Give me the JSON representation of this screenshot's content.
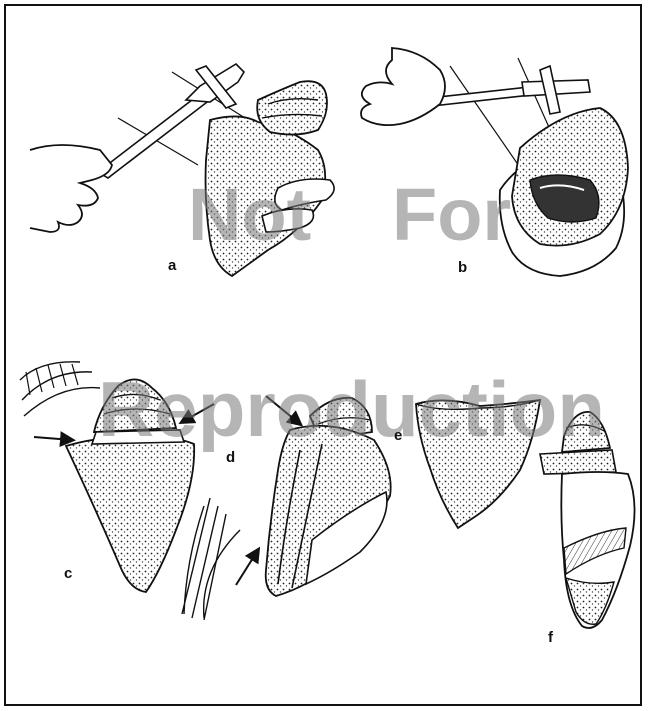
{
  "figure": {
    "panel_labels": [
      "a",
      "b",
      "c",
      "d",
      "e",
      "f"
    ]
  },
  "watermark": {
    "line1_word1": "Not",
    "line1_word2": "For",
    "line2": "Reproduction",
    "color": "#8c8c8c"
  }
}
